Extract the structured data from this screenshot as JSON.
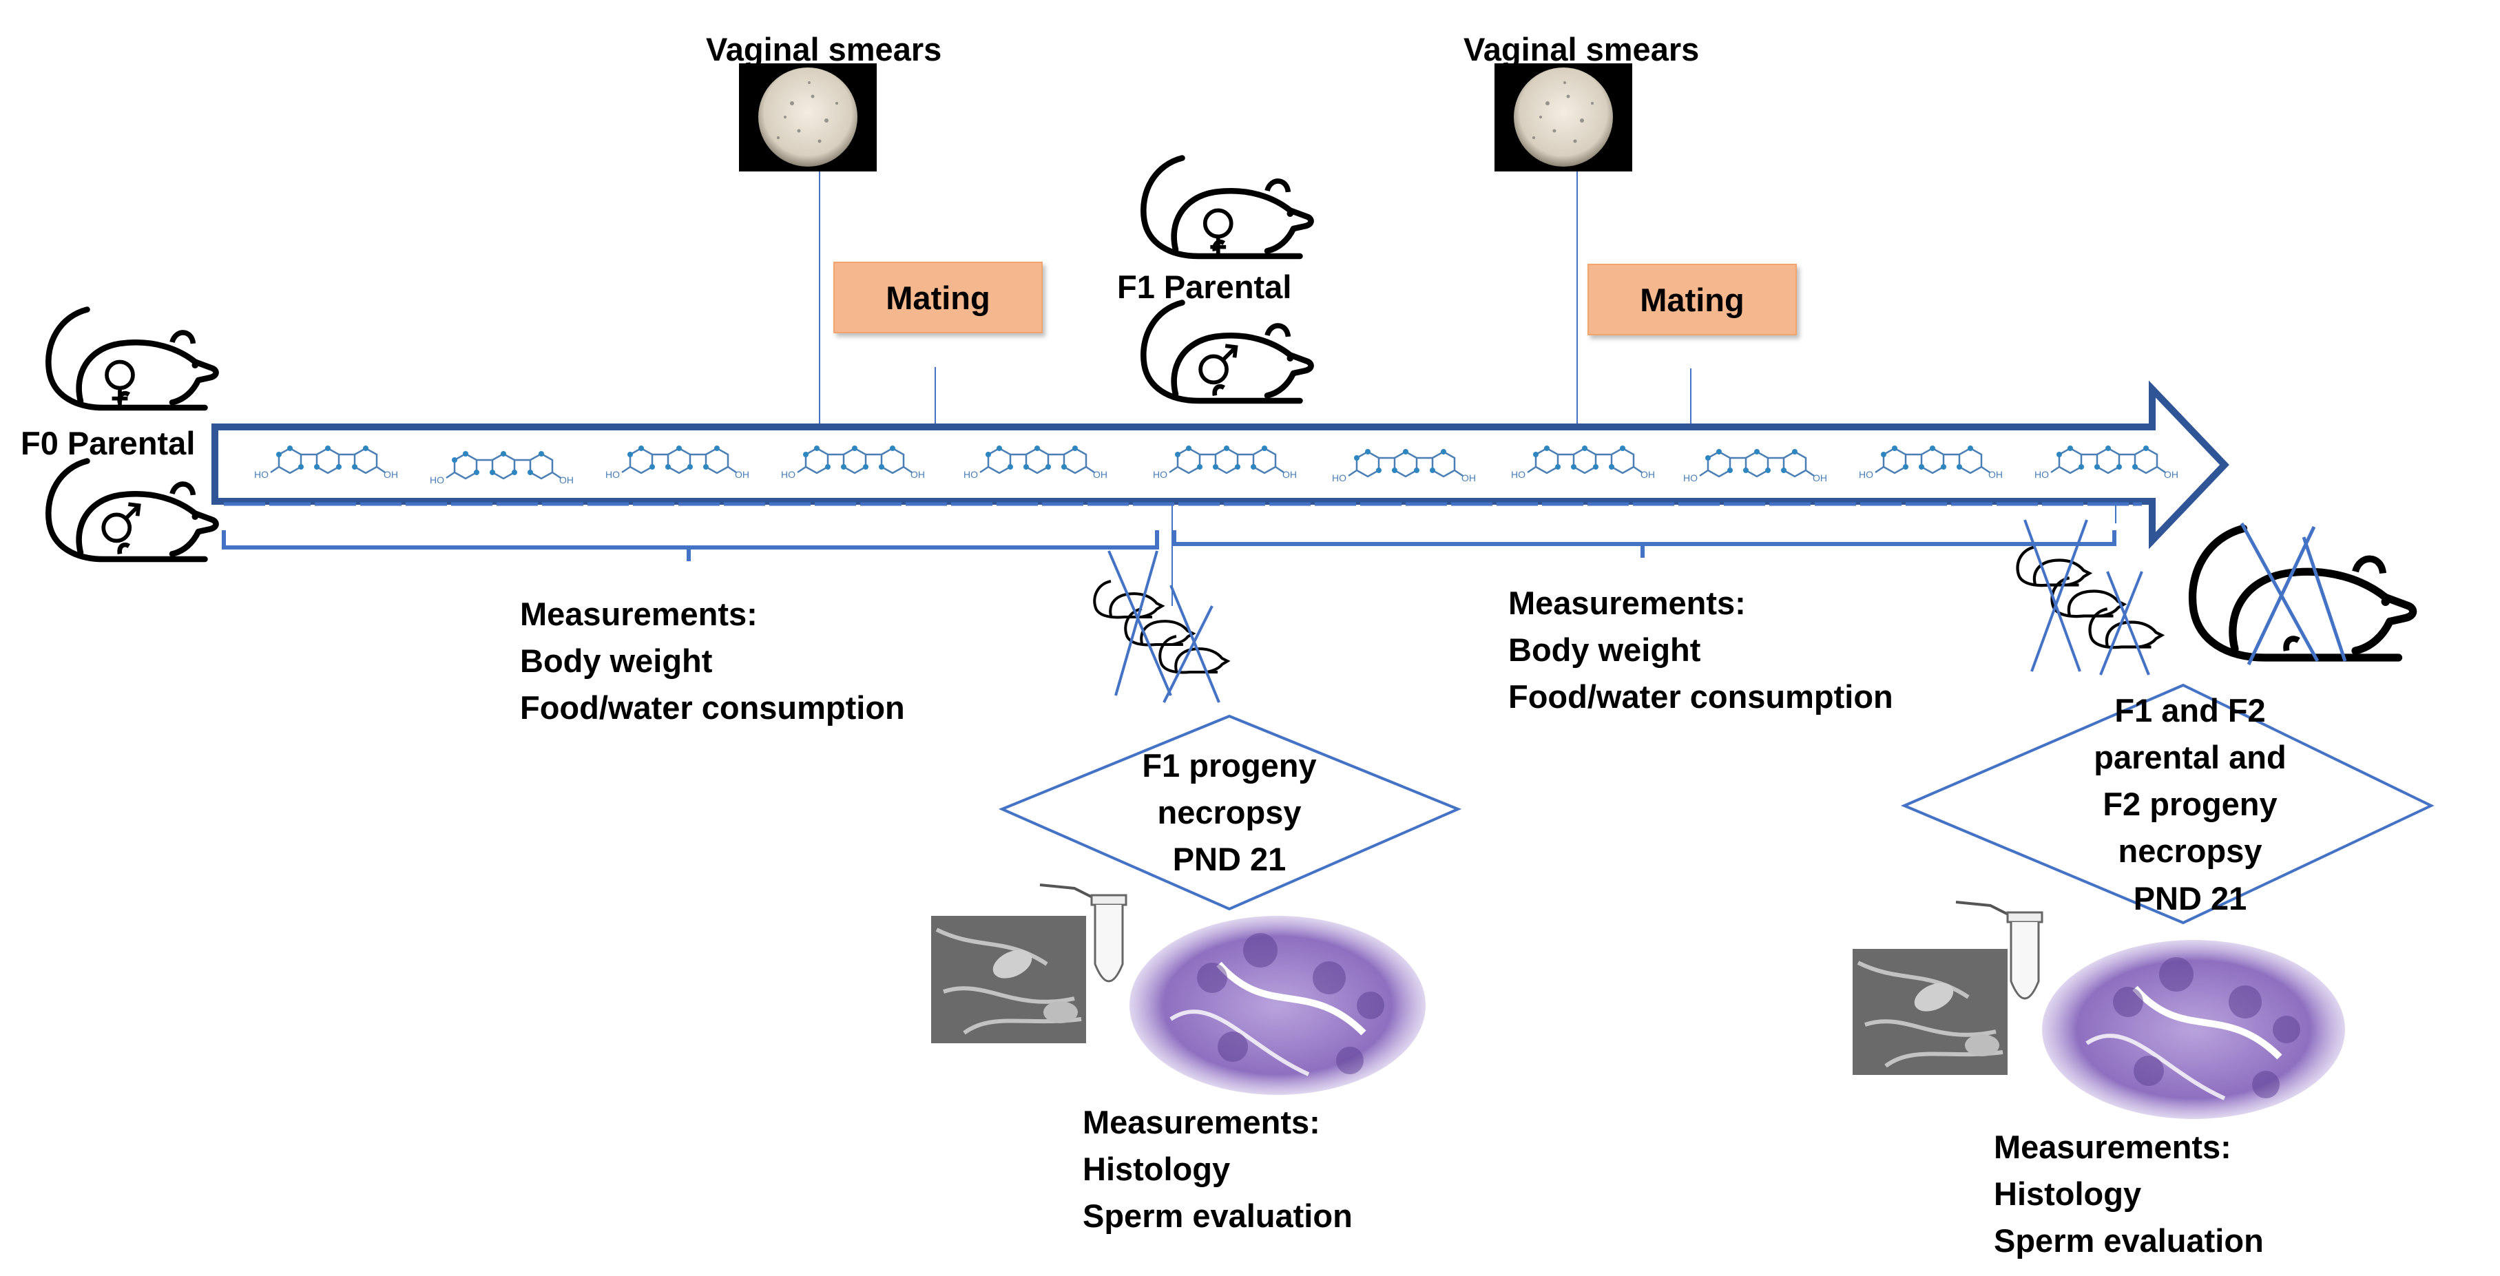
{
  "labels": {
    "f0_parental": "F0 Parental",
    "f1_parental": "F1 Parental",
    "vaginal_smears_1": "Vaginal smears",
    "vaginal_smears_2": "Vaginal smears",
    "mating_1": "Mating",
    "mating_2": "Mating"
  },
  "measurements_1": {
    "title": "Measurements:",
    "items": [
      "Body weight",
      "Food/water consumption"
    ]
  },
  "measurements_2": {
    "title": "Measurements:",
    "items": [
      "Body weight",
      "Food/water consumption"
    ]
  },
  "necropsy_1": {
    "lines": [
      "F1 progeny",
      "necropsy",
      "PND 21"
    ]
  },
  "necropsy_2": {
    "lines": [
      "F1 and F2",
      "parental and",
      "F2 progeny",
      "necropsy",
      "PND 21"
    ]
  },
  "measurements_3": {
    "title": "Measurements:",
    "items": [
      "Histology",
      "Sperm evaluation"
    ]
  },
  "measurements_4": {
    "title": "Measurements:",
    "items": [
      "Histology",
      "Sperm evaluation"
    ]
  },
  "molecule": {
    "left_group": "HO",
    "right_group": "OH",
    "count": 11
  },
  "colors": {
    "arrow": "#2f5597",
    "line": "#4472c4",
    "mating_fill": "#f5b78d",
    "tissue": "#8e6fc0",
    "text": "#000000"
  }
}
